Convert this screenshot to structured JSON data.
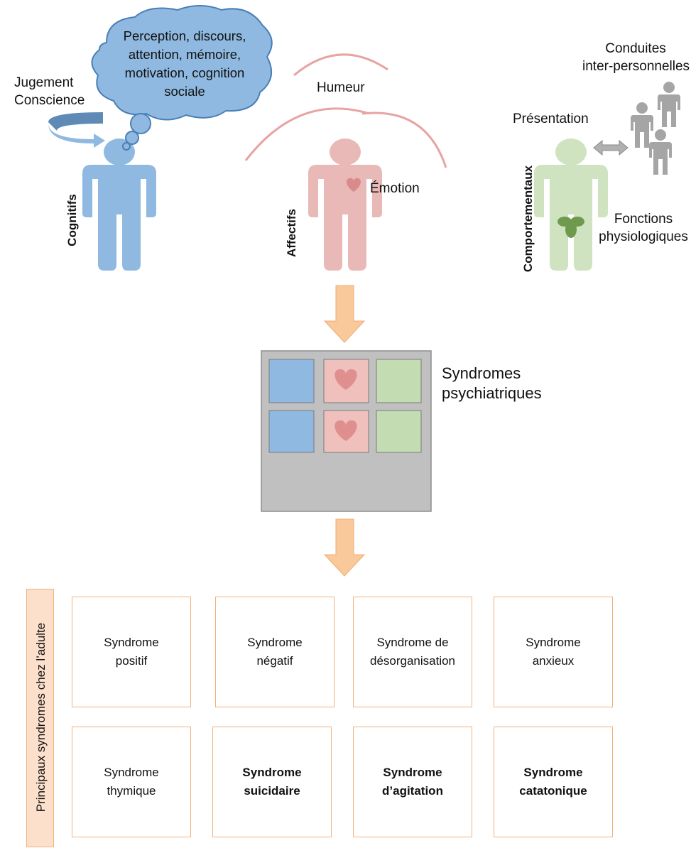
{
  "cognitive": {
    "axis_label": "Cognitifs",
    "left_label": "Jugement\nConscience",
    "cloud_text": "Perception, discours, attention, mémoire, motivation, cognition sociale",
    "color": "#8fb9e0"
  },
  "affective": {
    "axis_label": "Affectifs",
    "mood_label": "Humeur",
    "emotion_label": "Émotion",
    "color": "#e8b9b6",
    "heart_color": "#d98a8a"
  },
  "behavioral": {
    "axis_label": "Comportementaux",
    "presentation_label": "Présentation",
    "interpersonal_label": "Conduites\ninter-personnelles",
    "physio_label": "Fonctions\nphysiologiques",
    "color": "#cfe3c1",
    "organ_color": "#6f9a4e"
  },
  "syndromes_label": "Syndromes\npsychiatriques",
  "sidebar_label": "Principaux syndromes chez l’adulte",
  "boxes": [
    {
      "text": "Syndrome\npositif",
      "bold": false
    },
    {
      "text": "Syndrome\nnégatif",
      "bold": false
    },
    {
      "text": "Syndrome de\ndésorganisation",
      "bold": false
    },
    {
      "text": "Syndrome\nanxieux",
      "bold": false
    },
    {
      "text": "Syndrome\nthymique",
      "bold": false
    },
    {
      "text": "Syndrome\nsuicidaire",
      "bold": true
    },
    {
      "text": "Syndrome\nd’agitation",
      "bold": true
    },
    {
      "text": "Syndrome\ncatatonique",
      "bold": true
    }
  ],
  "colors": {
    "arrow": "#f9c89b",
    "grid_bg": "#c0c0c0",
    "box_border": "#f2b27c",
    "people": "#a5a5a5"
  }
}
